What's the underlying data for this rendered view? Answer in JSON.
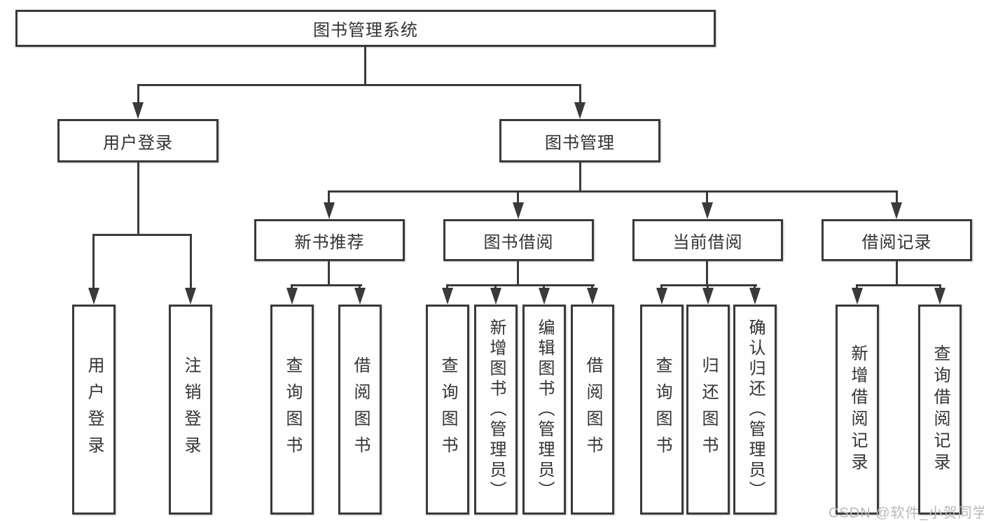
{
  "diagram": {
    "type": "hierarchy-tree",
    "root": {
      "label": "图书管理系统"
    },
    "branches": [
      {
        "label": "用户登录",
        "leaves": [
          "用户登录",
          "注销登录"
        ]
      },
      {
        "label": "图书管理",
        "groups": [
          {
            "label": "新书推荐",
            "leaves": [
              "查询图书",
              "借阅图书"
            ]
          },
          {
            "label": "图书借阅",
            "leaves": [
              "查询图书",
              "新增图书（管理员）",
              "编辑图书（管理员）",
              "借阅图书"
            ]
          },
          {
            "label": "当前借阅",
            "leaves": [
              "查询图书",
              "归还图书",
              "确认归还（管理员）"
            ]
          },
          {
            "label": "借阅记录",
            "leaves": [
              "新增借阅记录",
              "查询借阅记录"
            ]
          }
        ]
      }
    ]
  },
  "watermark": {
    "text": "CSDN @软件_小贺同学"
  },
  "colors": {
    "line": "#3a3a3a",
    "text": "#333333",
    "background": "#ffffff",
    "watermark": "#b9b9b9"
  }
}
